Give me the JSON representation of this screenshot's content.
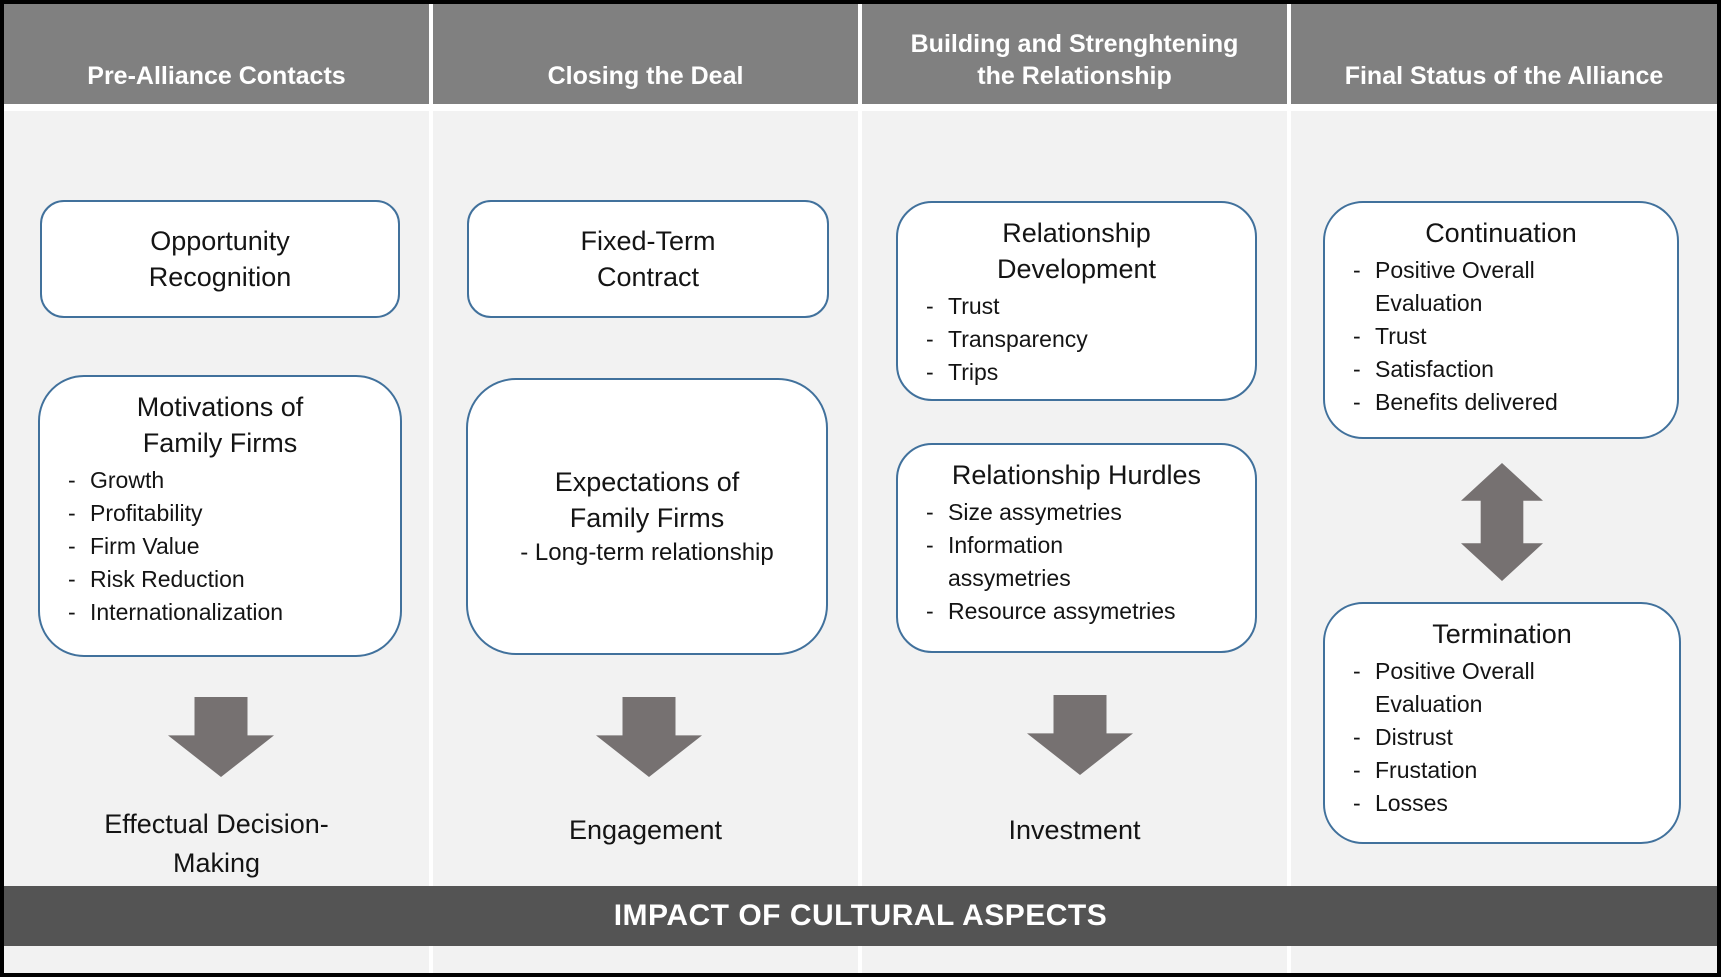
{
  "ui": {
    "bullet_marker": "-"
  },
  "banner": "IMPACT OF CULTURAL ASPECTS",
  "colors": {
    "header_bg": "#808080",
    "column_bg": "#f2f2f2",
    "banner_bg": "#545454",
    "box_border": "#41719c",
    "arrow": "#767171",
    "header_text": "#ffffff",
    "body_text": "#141414"
  },
  "columns": [
    {
      "header": "Pre-Alliance Contacts",
      "boxes": [
        {
          "title": "Opportunity\nRecognition",
          "bullets": []
        },
        {
          "title": "Motivations of\nFamily Firms",
          "bullets": [
            "Growth",
            "Profitability",
            "Firm Value",
            "Risk Reduction",
            "Internationalization"
          ]
        }
      ],
      "outcome": "Effectual Decision-\nMaking"
    },
    {
      "header": "Closing the Deal",
      "boxes": [
        {
          "title": "Fixed-Term\nContract",
          "bullets": []
        },
        {
          "title": "Expectations of\nFamily Firms",
          "subline": "- Long-term relationship",
          "bullets": []
        }
      ],
      "outcome": "Engagement"
    },
    {
      "header": "Building and Strenghtening\nthe Relationship",
      "boxes": [
        {
          "title": "Relationship\nDevelopment",
          "bullets": [
            "Trust",
            "Transparency",
            "Trips"
          ]
        },
        {
          "title": "Relationship Hurdles",
          "bullets": [
            "Size assymetries",
            "Information\nassymetries",
            "Resource assymetries"
          ]
        }
      ],
      "outcome": "Investment"
    },
    {
      "header": "Final Status of the Alliance",
      "boxes": [
        {
          "title": "Continuation",
          "bullets": [
            "Positive Overall\nEvaluation",
            "Trust",
            "Satisfaction",
            "Benefits delivered"
          ]
        },
        {
          "title": "Termination",
          "bullets": [
            "Positive Overall\nEvaluation",
            "Distrust",
            "Frustation",
            "Losses"
          ]
        }
      ]
    }
  ]
}
